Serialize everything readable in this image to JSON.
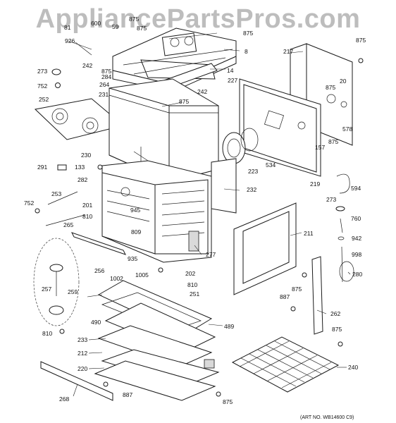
{
  "watermark": "AppliancePartsPros.com",
  "art_number": "(ART NO. WB14600 C9)",
  "callouts": [
    "81",
    "600",
    "875",
    "59",
    "875",
    "875",
    "926",
    "8",
    "875",
    "242",
    "273",
    "284",
    "875",
    "14",
    "752",
    "264",
    "242",
    "227",
    "231",
    "875",
    "217",
    "875",
    "20",
    "252",
    "578",
    "157",
    "875",
    "230",
    "534",
    "223",
    "219",
    "291",
    "133",
    "594",
    "282",
    "232",
    "273",
    "253",
    "201",
    "945",
    "760",
    "752",
    "810",
    "942",
    "211",
    "265",
    "809",
    "998",
    "935",
    "277",
    "256",
    "1005",
    "202",
    "280",
    "1002",
    "810",
    "875",
    "257",
    "259",
    "251",
    "887",
    "262",
    "490",
    "489",
    "875",
    "810",
    "233",
    "212",
    "220",
    "240",
    "268",
    "887",
    "875"
  ]
}
